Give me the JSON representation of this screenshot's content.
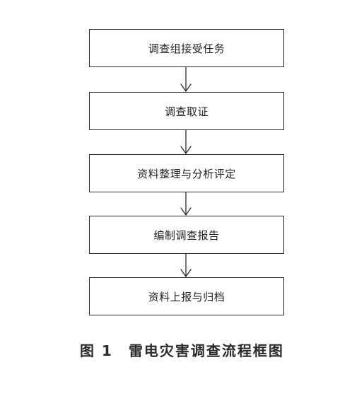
{
  "flowchart": {
    "steps": [
      {
        "label": "调查组接受任务"
      },
      {
        "label": "调查取证"
      },
      {
        "label": "资料整理与分析评定"
      },
      {
        "label": "编制调查报告"
      },
      {
        "label": "资料上报与归档"
      }
    ]
  },
  "caption": {
    "number": "图 1",
    "title": "雷电灾害调查流程框图"
  }
}
